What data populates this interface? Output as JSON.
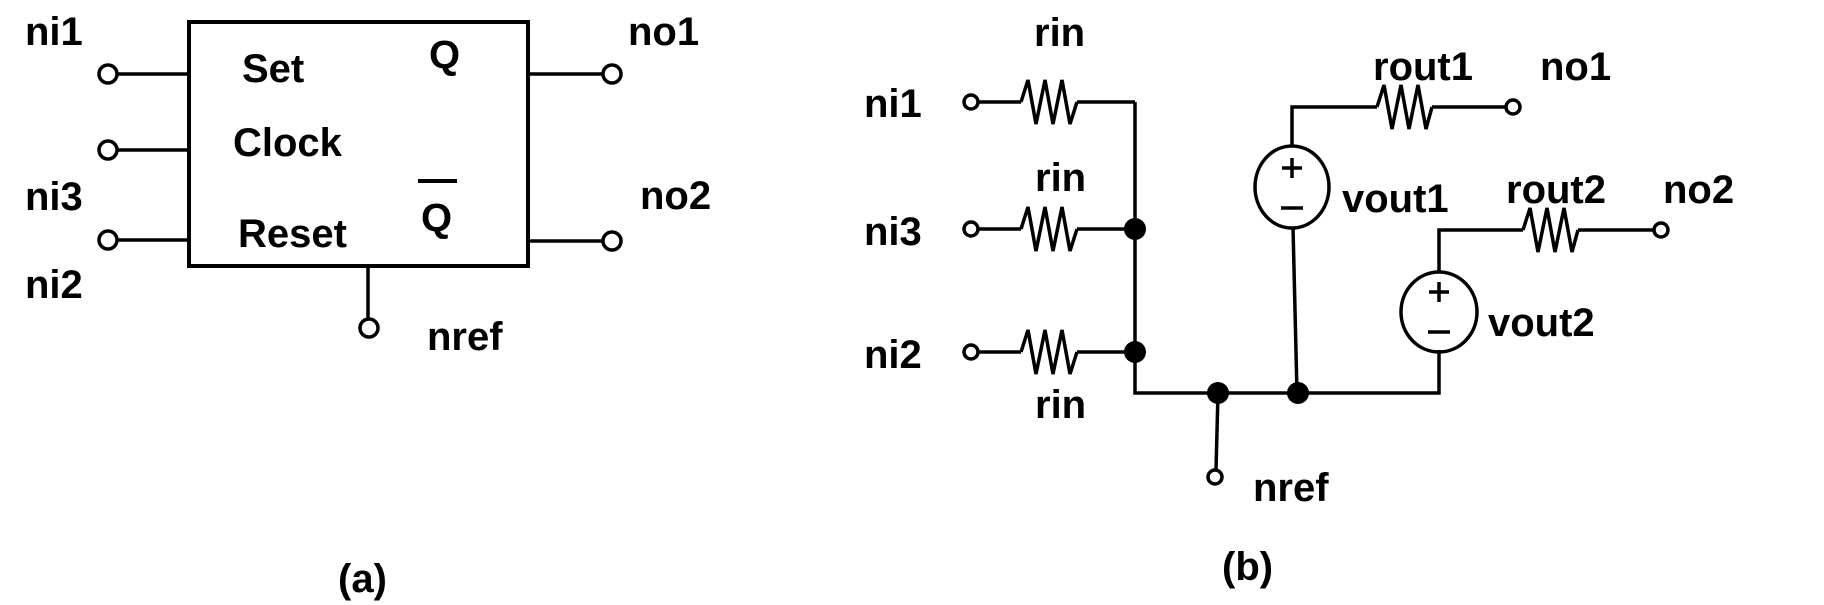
{
  "figure": {
    "panels": [
      {
        "id": "a",
        "caption": "(a)",
        "block": {
          "inputs": [
            "Set",
            "Clock",
            "Reset"
          ],
          "outputs": [
            "Q",
            "Q"
          ],
          "outputs_inverted": [
            false,
            true
          ]
        },
        "terminals": {
          "ni1": "ni1",
          "clock": "",
          "ni3": "ni3",
          "ni2": "ni2",
          "no1": "no1",
          "no2": "no2",
          "nref": "nref"
        }
      },
      {
        "id": "b",
        "caption": "(b)",
        "terminals": {
          "ni1": "ni1",
          "ni3": "ni3",
          "ni2": "ni2",
          "no1": "no1",
          "no2": "no2",
          "nref": "nref"
        },
        "resistors": {
          "rin_1": "rin",
          "rin_2": "rin",
          "rin_3": "rin",
          "rout1": "rout1",
          "rout2": "rout2"
        },
        "sources": {
          "vout1": "vout1",
          "vout2": "vout2",
          "plus": "+",
          "minus": "−"
        }
      }
    ]
  }
}
